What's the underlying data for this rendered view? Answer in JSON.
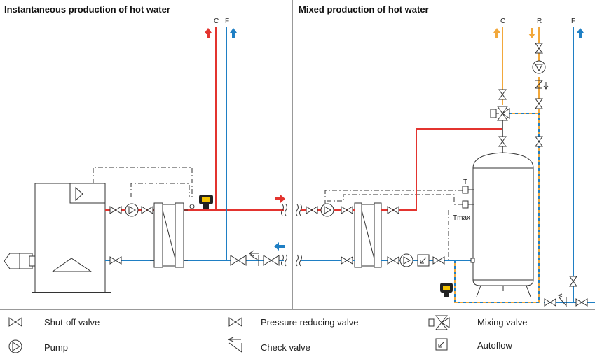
{
  "panels": {
    "left": {
      "title": "Instantaneous production of hot water",
      "labels": {
        "hot": "C",
        "cold": "F"
      }
    },
    "right": {
      "title": "Mixed production of hot water",
      "labels": {
        "hot": "C",
        "recirc": "R",
        "cold": "F",
        "thermostat": "T",
        "tmax": "Tmax"
      }
    }
  },
  "legend": {
    "shutoff": "Shut-off valve",
    "prv": "Pressure reducing valve",
    "mixing": "Mixing valve",
    "pump": "Pump",
    "check": "Check valve",
    "autoflow": "Autoflow"
  },
  "colors": {
    "hot": "#e3342f",
    "cold": "#1f7fc4",
    "mixed": "#f2a83b",
    "line": "#222222"
  }
}
